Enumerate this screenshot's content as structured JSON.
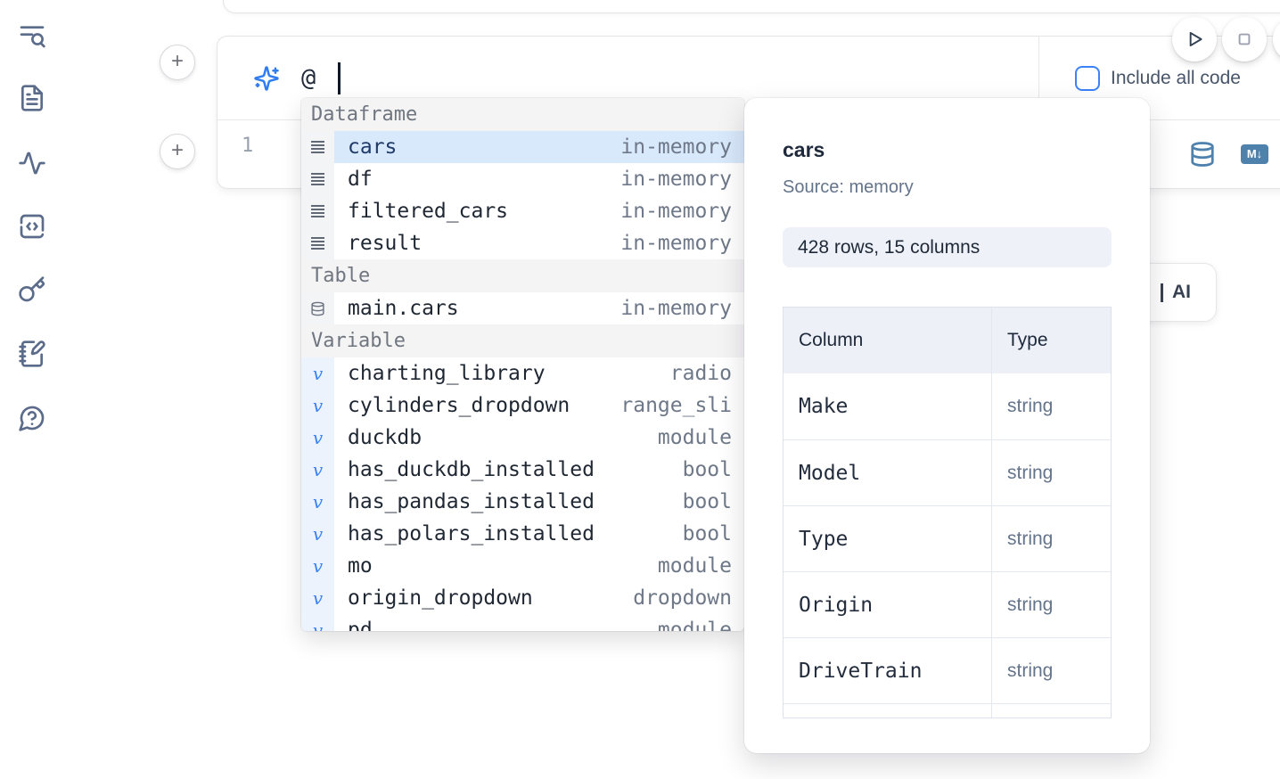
{
  "sidebar": {
    "icons": [
      "toc-search-icon",
      "file-text-icon",
      "activity-icon",
      "code-snippet-icon",
      "key-icon",
      "notebook-pen-icon",
      "help-chat-icon"
    ]
  },
  "prev_cell": {},
  "add_buttons": {
    "plus_label": "+"
  },
  "run_controls": {
    "icons": [
      "play-icon",
      "stop-icon",
      "more-icon-clipped"
    ]
  },
  "prompt": {
    "sparkle_icon": "sparkles-icon",
    "value": "@"
  },
  "include_code": {
    "label": "Include all code",
    "checked": false,
    "accent_color": "#3b82f6"
  },
  "editor": {
    "line_number": "1"
  },
  "cell_actions": {
    "icons": [
      "database-icon",
      "markdown-icon"
    ],
    "markdown_badge": "M↓"
  },
  "ai_button": {
    "label": "AI"
  },
  "autocomplete": {
    "sections": [
      {
        "label": "Dataframe",
        "items": [
          {
            "name": "cars",
            "detail": "in-memory",
            "icon": "rows-icon",
            "selected": true
          },
          {
            "name": "df",
            "detail": "in-memory",
            "icon": "rows-icon"
          },
          {
            "name": "filtered_cars",
            "detail": "in-memory",
            "icon": "rows-icon"
          },
          {
            "name": "result",
            "detail": "in-memory",
            "icon": "rows-icon"
          }
        ]
      },
      {
        "label": "Table",
        "items": [
          {
            "name": "main.cars",
            "detail": "in-memory",
            "icon": "database-icon"
          }
        ]
      },
      {
        "label": "Variable",
        "items": [
          {
            "name": "charting_library",
            "detail": "radio",
            "icon": "variable-icon"
          },
          {
            "name": "cylinders_dropdown",
            "detail": "range_sli",
            "icon": "variable-icon"
          },
          {
            "name": "duckdb",
            "detail": "module",
            "icon": "variable-icon"
          },
          {
            "name": "has_duckdb_installed",
            "detail": "bool",
            "icon": "variable-icon"
          },
          {
            "name": "has_pandas_installed",
            "detail": "bool",
            "icon": "variable-icon"
          },
          {
            "name": "has_polars_installed",
            "detail": "bool",
            "icon": "variable-icon"
          },
          {
            "name": "mo",
            "detail": "module",
            "icon": "variable-icon"
          },
          {
            "name": "origin_dropdown",
            "detail": "dropdown",
            "icon": "variable-icon"
          },
          {
            "name": "pd",
            "detail": "module",
            "icon": "variable-icon",
            "partial": true
          }
        ]
      }
    ]
  },
  "preview": {
    "title": "cars",
    "source": "Source: memory",
    "shape": "428 rows, 15 columns",
    "table": {
      "headers": {
        "column": "Column",
        "type": "Type"
      },
      "rows": [
        {
          "name": "Make",
          "type": "string"
        },
        {
          "name": "Model",
          "type": "string"
        },
        {
          "name": "Type",
          "type": "string"
        },
        {
          "name": "Origin",
          "type": "string"
        },
        {
          "name": "DriveTrain",
          "type": "string"
        }
      ]
    }
  }
}
